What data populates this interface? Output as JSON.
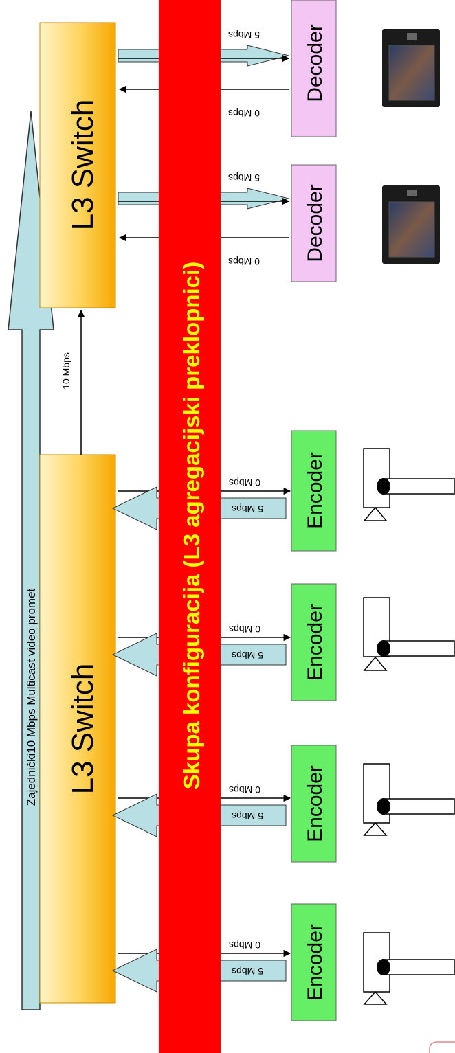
{
  "banner": {
    "text": "Skupa konfiguracija (L3 agregacijski preklopnici)",
    "color": "#ff0000",
    "text_color": "#ffff00"
  },
  "switches": {
    "top_label": "L3 Switch",
    "bottom_label": "L3 Switch"
  },
  "multicast": {
    "label": "Zajednički10 Mbps Multicast video promet"
  },
  "uplink": {
    "label": "10 Mbps"
  },
  "decoders": [
    {
      "label": "Decoder",
      "rate_in": "5 Mbps",
      "rate_out": "0 Mbps"
    },
    {
      "label": "Decoder",
      "rate_in": "5 Mbps",
      "rate_out": "0 Mbps"
    }
  ],
  "encoders": [
    {
      "label": "Encoder",
      "rate_out": "0 Mbps",
      "rate_in": "5 Mbps"
    },
    {
      "label": "Encoder",
      "rate_out": "0 Mbps",
      "rate_in": "5 Mbps"
    },
    {
      "label": "Encoder",
      "rate_out": "0 Mbps",
      "rate_in": "5 Mbps"
    },
    {
      "label": "Encoder",
      "rate_out": "0 Mbps",
      "rate_in": "5 Mbps"
    }
  ],
  "colors": {
    "decoder_fill": "#f4c6f4",
    "encoder_fill": "#66ee66",
    "arrow_fill": "#b8dfe3",
    "switch_light": "#fff3c0",
    "switch_dark": "#f6b400"
  }
}
